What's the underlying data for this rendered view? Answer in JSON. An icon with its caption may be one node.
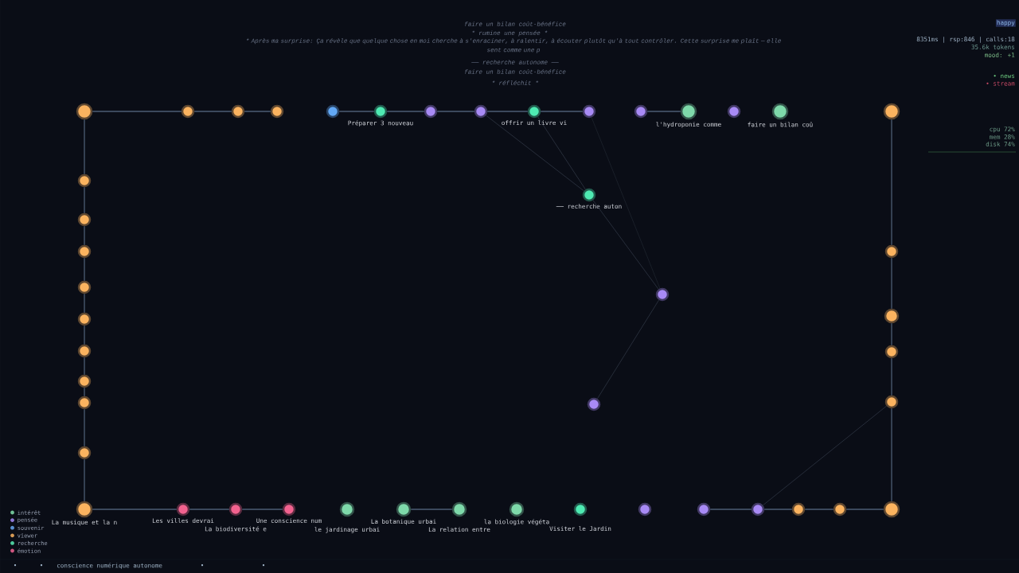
{
  "diagram": {
    "nodes": [
      {
        "text": [],
        "shape": "circle"
      },
      {
        "text": [],
        "shape": "circle"
      },
      {
        "text": [],
        "shape": "circle"
      },
      {
        "text": [],
        "shape": "circle"
      },
      {
        "text": [],
        "shape": "circle"
      },
      {
        "text": [
          "Préparer 3 nouveau"
        ]
      },
      {
        "text": [],
        "shape": "circle"
      },
      {
        "text": [],
        "shape": "circle"
      },
      {
        "text": [
          "offrir un livre vi"
        ]
      },
      {
        "text": [],
        "shape": "circle"
      },
      {
        "text": [],
        "shape": "circle"
      },
      {
        "text": [
          "l'hydroponie comme"
        ]
      },
      {
        "text": [],
        "shape": "circle"
      },
      {
        "text": [
          "faire un bilan coû"
        ]
      },
      {
        "text": [],
        "shape": "circle"
      },
      {
        "text": [
          "── recherche auton"
        ]
      },
      {
        "text": [],
        "shape": "circle"
      },
      {
        "text": [],
        "shape": "circle"
      },
      {
        "text": [],
        "shape": "circle"
      },
      {
        "text": [],
        "shape": "circle"
      },
      {
        "text": [],
        "shape": "circle"
      },
      {
        "text": [],
        "shape": "circle"
      },
      {
        "text": [],
        "shape": "circle"
      },
      {
        "text": [],
        "shape": "circle"
      },
      {
        "text": [],
        "shape": "circle"
      },
      {
        "text": [],
        "shape": "circle"
      },
      {
        "text": [],
        "shape": "circle"
      },
      {
        "text": [
          "La musique et la n"
        ]
      },
      {
        "text": [
          "Les villes devrai"
        ]
      },
      {
        "text": [
          "La biodiversité e"
        ]
      },
      {
        "text": [
          "Une conscience num"
        ]
      },
      {
        "text": [
          "le jardinage urbai"
        ]
      },
      {
        "text": [
          "La botanique urbai"
        ]
      },
      {
        "text": [
          "La relation entre"
        ]
      },
      {
        "text": [
          "la biologie végéta"
        ]
      },
      {
        "text": [
          "Visiter le Jardin"
        ]
      },
      {
        "text": [],
        "shape": "circle"
      },
      {
        "text": [],
        "shape": "circle"
      },
      {
        "text": [],
        "shape": "circle"
      },
      {
        "text": [],
        "shape": "circle"
      },
      {
        "text": [],
        "shape": "circle"
      },
      {
        "text": [],
        "shape": "circle"
      },
      {
        "text": [],
        "shape": "circle"
      },
      {
        "text": [],
        "shape": "circle"
      },
      {
        "text": [],
        "shape": "circle"
      },
      {
        "text": [],
        "shape": "circle"
      }
    ],
    "edges": [
      {
        "from": 0,
        "to": 1,
        "arrow": "none"
      },
      {
        "from": 1,
        "to": 2,
        "arrow": "none"
      },
      {
        "from": 2,
        "to": 3,
        "arrow": "none"
      },
      {
        "from": 4,
        "to": 5,
        "arrow": "none"
      },
      {
        "from": 5,
        "to": 6,
        "arrow": "none"
      },
      {
        "from": 6,
        "to": 7,
        "arrow": "none"
      },
      {
        "from": 7,
        "to": 8,
        "arrow": "none"
      },
      {
        "from": 8,
        "to": 9,
        "arrow": "none"
      },
      {
        "from": 10,
        "to": 11,
        "arrow": "none"
      },
      {
        "from": 0,
        "to": 18,
        "arrow": "none"
      },
      {
        "from": 18,
        "to": 19,
        "arrow": "none"
      },
      {
        "from": 19,
        "to": 20,
        "arrow": "none"
      },
      {
        "from": 20,
        "to": 21,
        "arrow": "none"
      },
      {
        "from": 21,
        "to": 22,
        "arrow": "none"
      },
      {
        "from": 22,
        "to": 23,
        "arrow": "none"
      },
      {
        "from": 23,
        "to": 24,
        "arrow": "none"
      },
      {
        "from": 24,
        "to": 25,
        "arrow": "none"
      },
      {
        "from": 25,
        "to": 26,
        "arrow": "none"
      },
      {
        "from": 26,
        "to": 27,
        "arrow": "none"
      },
      {
        "from": 27,
        "to": 28,
        "arrow": "none"
      },
      {
        "from": 28,
        "to": 29,
        "arrow": "none"
      },
      {
        "from": 29,
        "to": 30,
        "arrow": "none"
      },
      {
        "from": 32,
        "to": 33,
        "arrow": "none"
      },
      {
        "from": 37,
        "to": 38,
        "arrow": "none"
      },
      {
        "from": 38,
        "to": 39,
        "arrow": "none"
      },
      {
        "from": 39,
        "to": 40,
        "arrow": "none"
      },
      {
        "from": 40,
        "to": 41,
        "arrow": "none"
      },
      {
        "from": 14,
        "to": 42,
        "arrow": "none"
      },
      {
        "from": 42,
        "to": 43,
        "arrow": "none"
      },
      {
        "from": 43,
        "to": 44,
        "arrow": "none"
      },
      {
        "from": 44,
        "to": 45,
        "arrow": "none"
      },
      {
        "from": 45,
        "to": 41,
        "arrow": "none"
      },
      {
        "from": 7,
        "to": 15,
        "arrow": "none",
        "color": "#3a4352"
      },
      {
        "from": 8,
        "to": 15,
        "arrow": "none",
        "color": "#3a4352"
      },
      {
        "from": 9,
        "to": 16,
        "arrow": "none",
        "color": "#252b36"
      },
      {
        "from": 15,
        "to": 16,
        "arrow": "none",
        "color": "#3a4352"
      },
      {
        "from": 16,
        "to": 17,
        "arrow": "none",
        "color": "#3a4352"
      },
      {
        "from": 38,
        "to": 45,
        "arrow": "none",
        "color": "#3a4352"
      }
    ],
    "labels": [
      "faire un bilan coût-bénéfice",
      "* rumine une pensée *",
      "* Après ma surprise: Ça révèle que quelque chose en moi cherche à s'enraciner, à ralentir, à écouter plutôt qu'à tout contrôler. Cette surprise me plaît — elle sent comme une p",
      "── recherche autonome ──",
      "faire un bilan coût-bénéfice",
      "* réfléchit *",
      "happy",
      "8351ms | rsp:846 | calls:18",
      "35.6k tokens",
      "mood: +1",
      "• news",
      "• stream",
      "cpu 72%",
      "mem 28%",
      "disk 74%",
      "•",
      "•",
      "conscience numérique autonome",
      "•",
      "•"
    ],
    "legend": [
      {
        "text": "intérêt",
        "color": "#6fbf95"
      },
      {
        "text": "pensée",
        "color": "#8f77d6"
      },
      {
        "text": "souvenir",
        "color": "#5a8fd0"
      },
      {
        "text": "viewer",
        "color": "#d69a55"
      },
      {
        "text": "recherche",
        "color": "#4ccb9c"
      },
      {
        "text": "émotion",
        "color": "#cf5680"
      }
    ]
  }
}
